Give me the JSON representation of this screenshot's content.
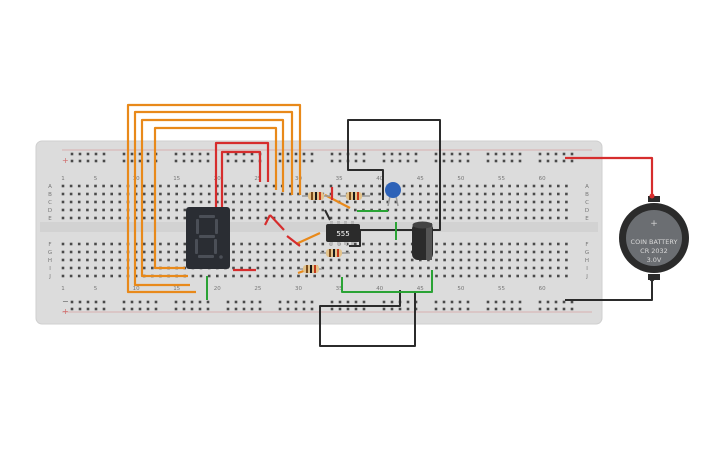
{
  "breadboard": {
    "column_numbers": [
      "1",
      "5",
      "10",
      "15",
      "20",
      "25",
      "30",
      "35",
      "40",
      "45",
      "50",
      "55",
      "60"
    ],
    "row_letters_top": [
      "A",
      "B",
      "C",
      "D",
      "E"
    ],
    "row_letters_bottom": [
      "F",
      "G",
      "H",
      "I",
      "J"
    ],
    "rail_plus": "+",
    "rail_minus": "−"
  },
  "ic": {
    "label": "555"
  },
  "battery": {
    "line1": "COIN BATTERY",
    "line2": "CR 2032",
    "line3": "3.0V",
    "plus": "+"
  },
  "colors": {
    "board": "#dcdcdc",
    "wire_orange": "#e8891a",
    "wire_red": "#d62d2d",
    "wire_black": "#2b2b2b",
    "wire_green": "#2aa335",
    "led_segment": "#4b4f57",
    "display_body": "#2a2d33"
  }
}
